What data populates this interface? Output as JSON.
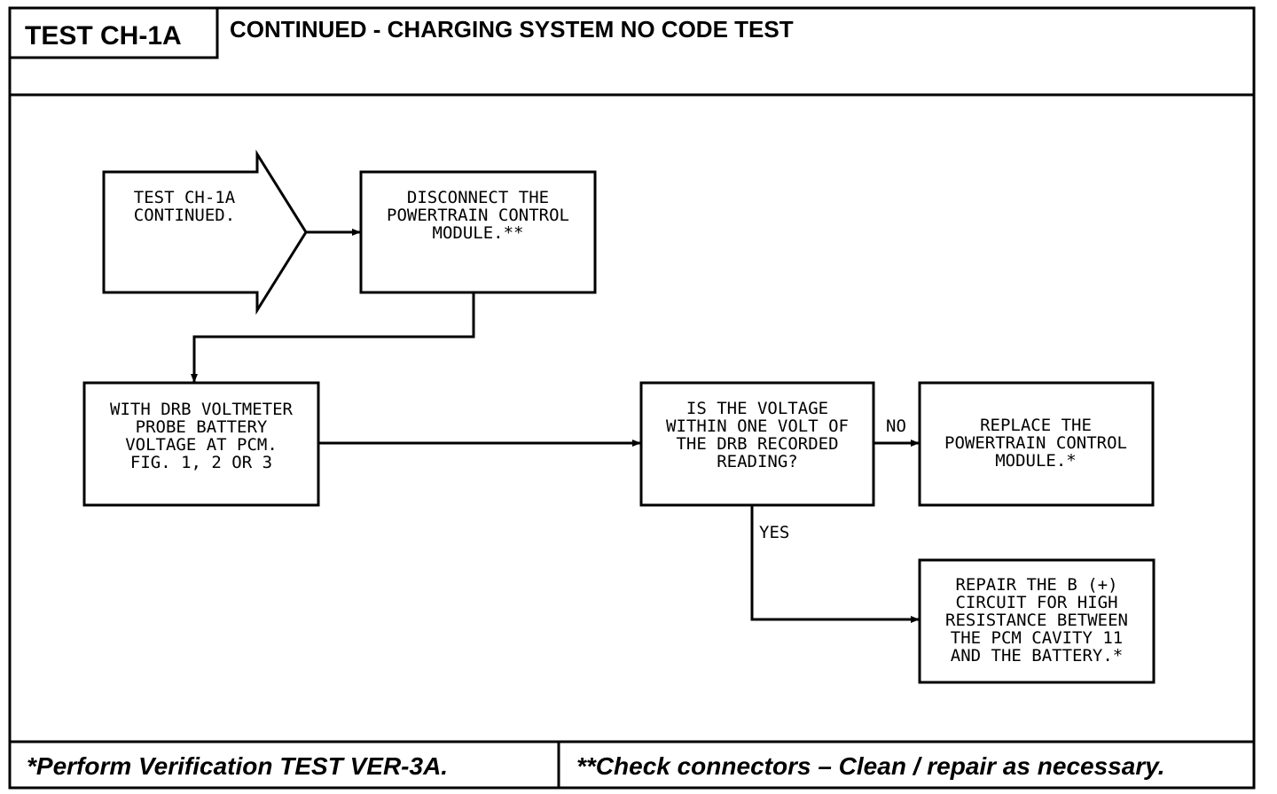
{
  "header": {
    "test_id": "TEST CH-1A",
    "title": "CONTINUED -  CHARGING SYSTEM NO CODE TEST"
  },
  "nodes": {
    "start": [
      "TEST CH-1A",
      "CONTINUED."
    ],
    "disconnect": [
      "DISCONNECT THE",
      "POWERTRAIN CONTROL",
      "MODULE.**"
    ],
    "measure": [
      "WITH DRB VOLTMETER",
      "PROBE BATTERY",
      "VOLTAGE AT PCM.",
      "FIG. 1, 2 OR 3"
    ],
    "decision": [
      "IS THE VOLTAGE",
      "WITHIN ONE VOLT OF",
      "THE DRB RECORDED",
      "READING?"
    ],
    "replace": [
      "REPLACE THE",
      "POWERTRAIN CONTROL",
      "MODULE.*"
    ],
    "repair": [
      "REPAIR THE B (+)",
      "CIRCUIT FOR HIGH",
      "RESISTANCE BETWEEN",
      "THE PCM CAVITY 11",
      "AND THE BATTERY.*"
    ]
  },
  "edge_labels": {
    "no": "NO",
    "yes": "YES"
  },
  "footer": {
    "left": "*Perform  Verification TEST VER-3A.",
    "right": "**Check connectors – Clean / repair as necessary."
  }
}
